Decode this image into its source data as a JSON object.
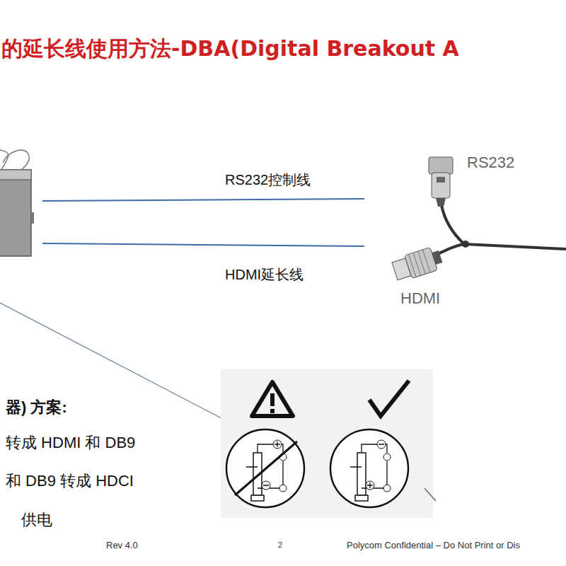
{
  "diagram": {
    "title": "的延长线使用方法-DBA(Digital Breakout A",
    "labels": [
      "RS232控制线",
      "HDMI延长线",
      "RS232",
      "HDMI",
      "器) 方案:",
      "转成 HDMI 和 DB9",
      "和 DB9 转成 HDCI",
      "供电",
      "Rev 4.0",
      "2",
      "Polycom Confidential – Do Not Print or Dis"
    ]
  }
}
